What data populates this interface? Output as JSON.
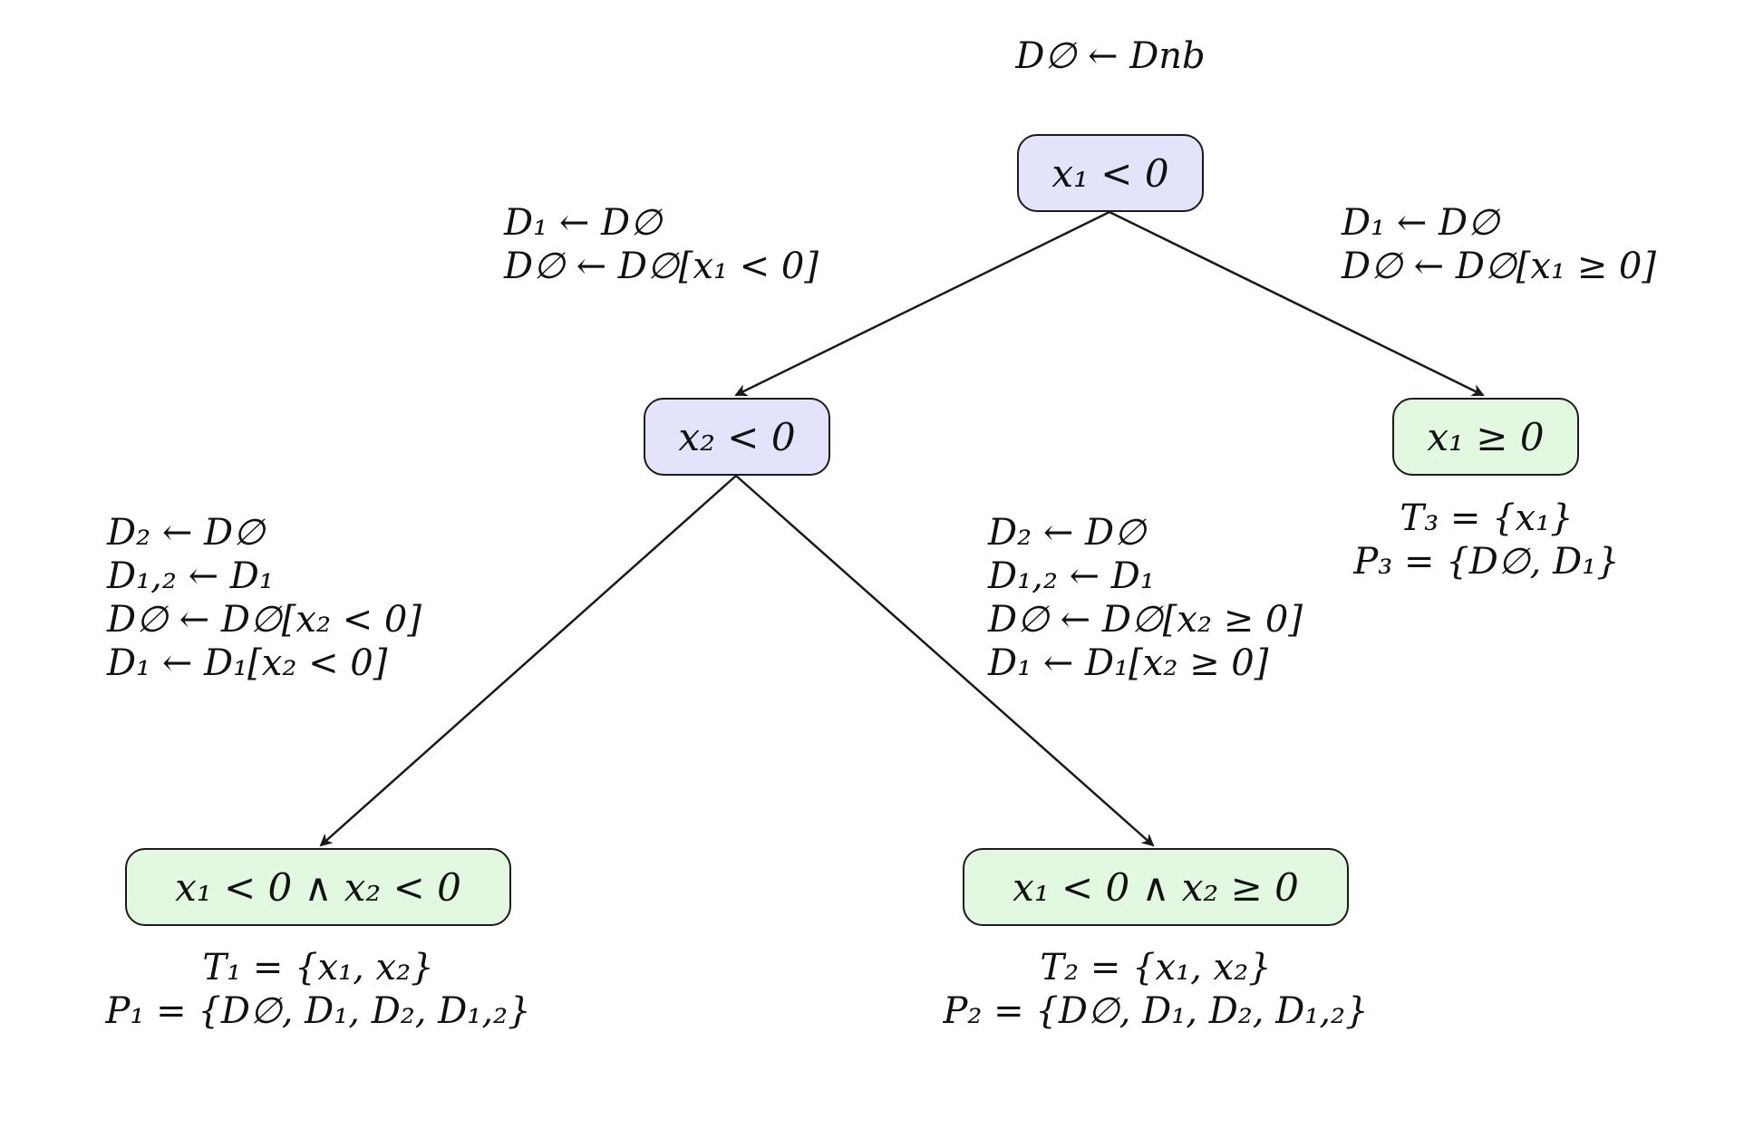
{
  "root_assignment": "D∅ ← Dnb",
  "nodes": {
    "root": "x₁ < 0",
    "mid_left": "x₂ < 0",
    "right_leaf": "x₁ ≥ 0",
    "leaf_left": "x₁ < 0 ∧ x₂ < 0",
    "leaf_middle": "x₁ < 0 ∧ x₂ ≥ 0"
  },
  "edge_labels": {
    "root_to_mid_left": [
      "D₁ ← D∅",
      "D∅ ← D∅[x₁ < 0]"
    ],
    "root_to_right_leaf": [
      "D₁ ← D∅",
      "D∅ ← D∅[x₁ ≥ 0]"
    ],
    "mid_left_to_leaf_left": [
      "D₂ ← D∅",
      "D₁,₂ ← D₁",
      "D∅ ← D∅[x₂ < 0]",
      "D₁ ← D₁[x₂ < 0]"
    ],
    "mid_left_to_leaf_middle": [
      "D₂ ← D∅",
      "D₁,₂ ← D₁",
      "D∅ ← D∅[x₂ ≥ 0]",
      "D₁ ← D₁[x₂ ≥ 0]"
    ]
  },
  "leaf_info": {
    "right_leaf": [
      "T₃  =  {x₁}",
      "P₃  =  {D∅, D₁}"
    ],
    "leaf_left": [
      "T₁  =  {x₁, x₂}",
      "P₁ = {D∅, D₁, D₂, D₁,₂}"
    ],
    "leaf_middle": [
      "T₂  =  {x₁, x₂}",
      "P₂ = {D∅, D₁, D₂, D₁,₂}"
    ]
  },
  "colors": {
    "decision_fill": "#e3e3fb",
    "leaf_fill": "#e3f8e1",
    "stroke": "#1a1a1a"
  }
}
